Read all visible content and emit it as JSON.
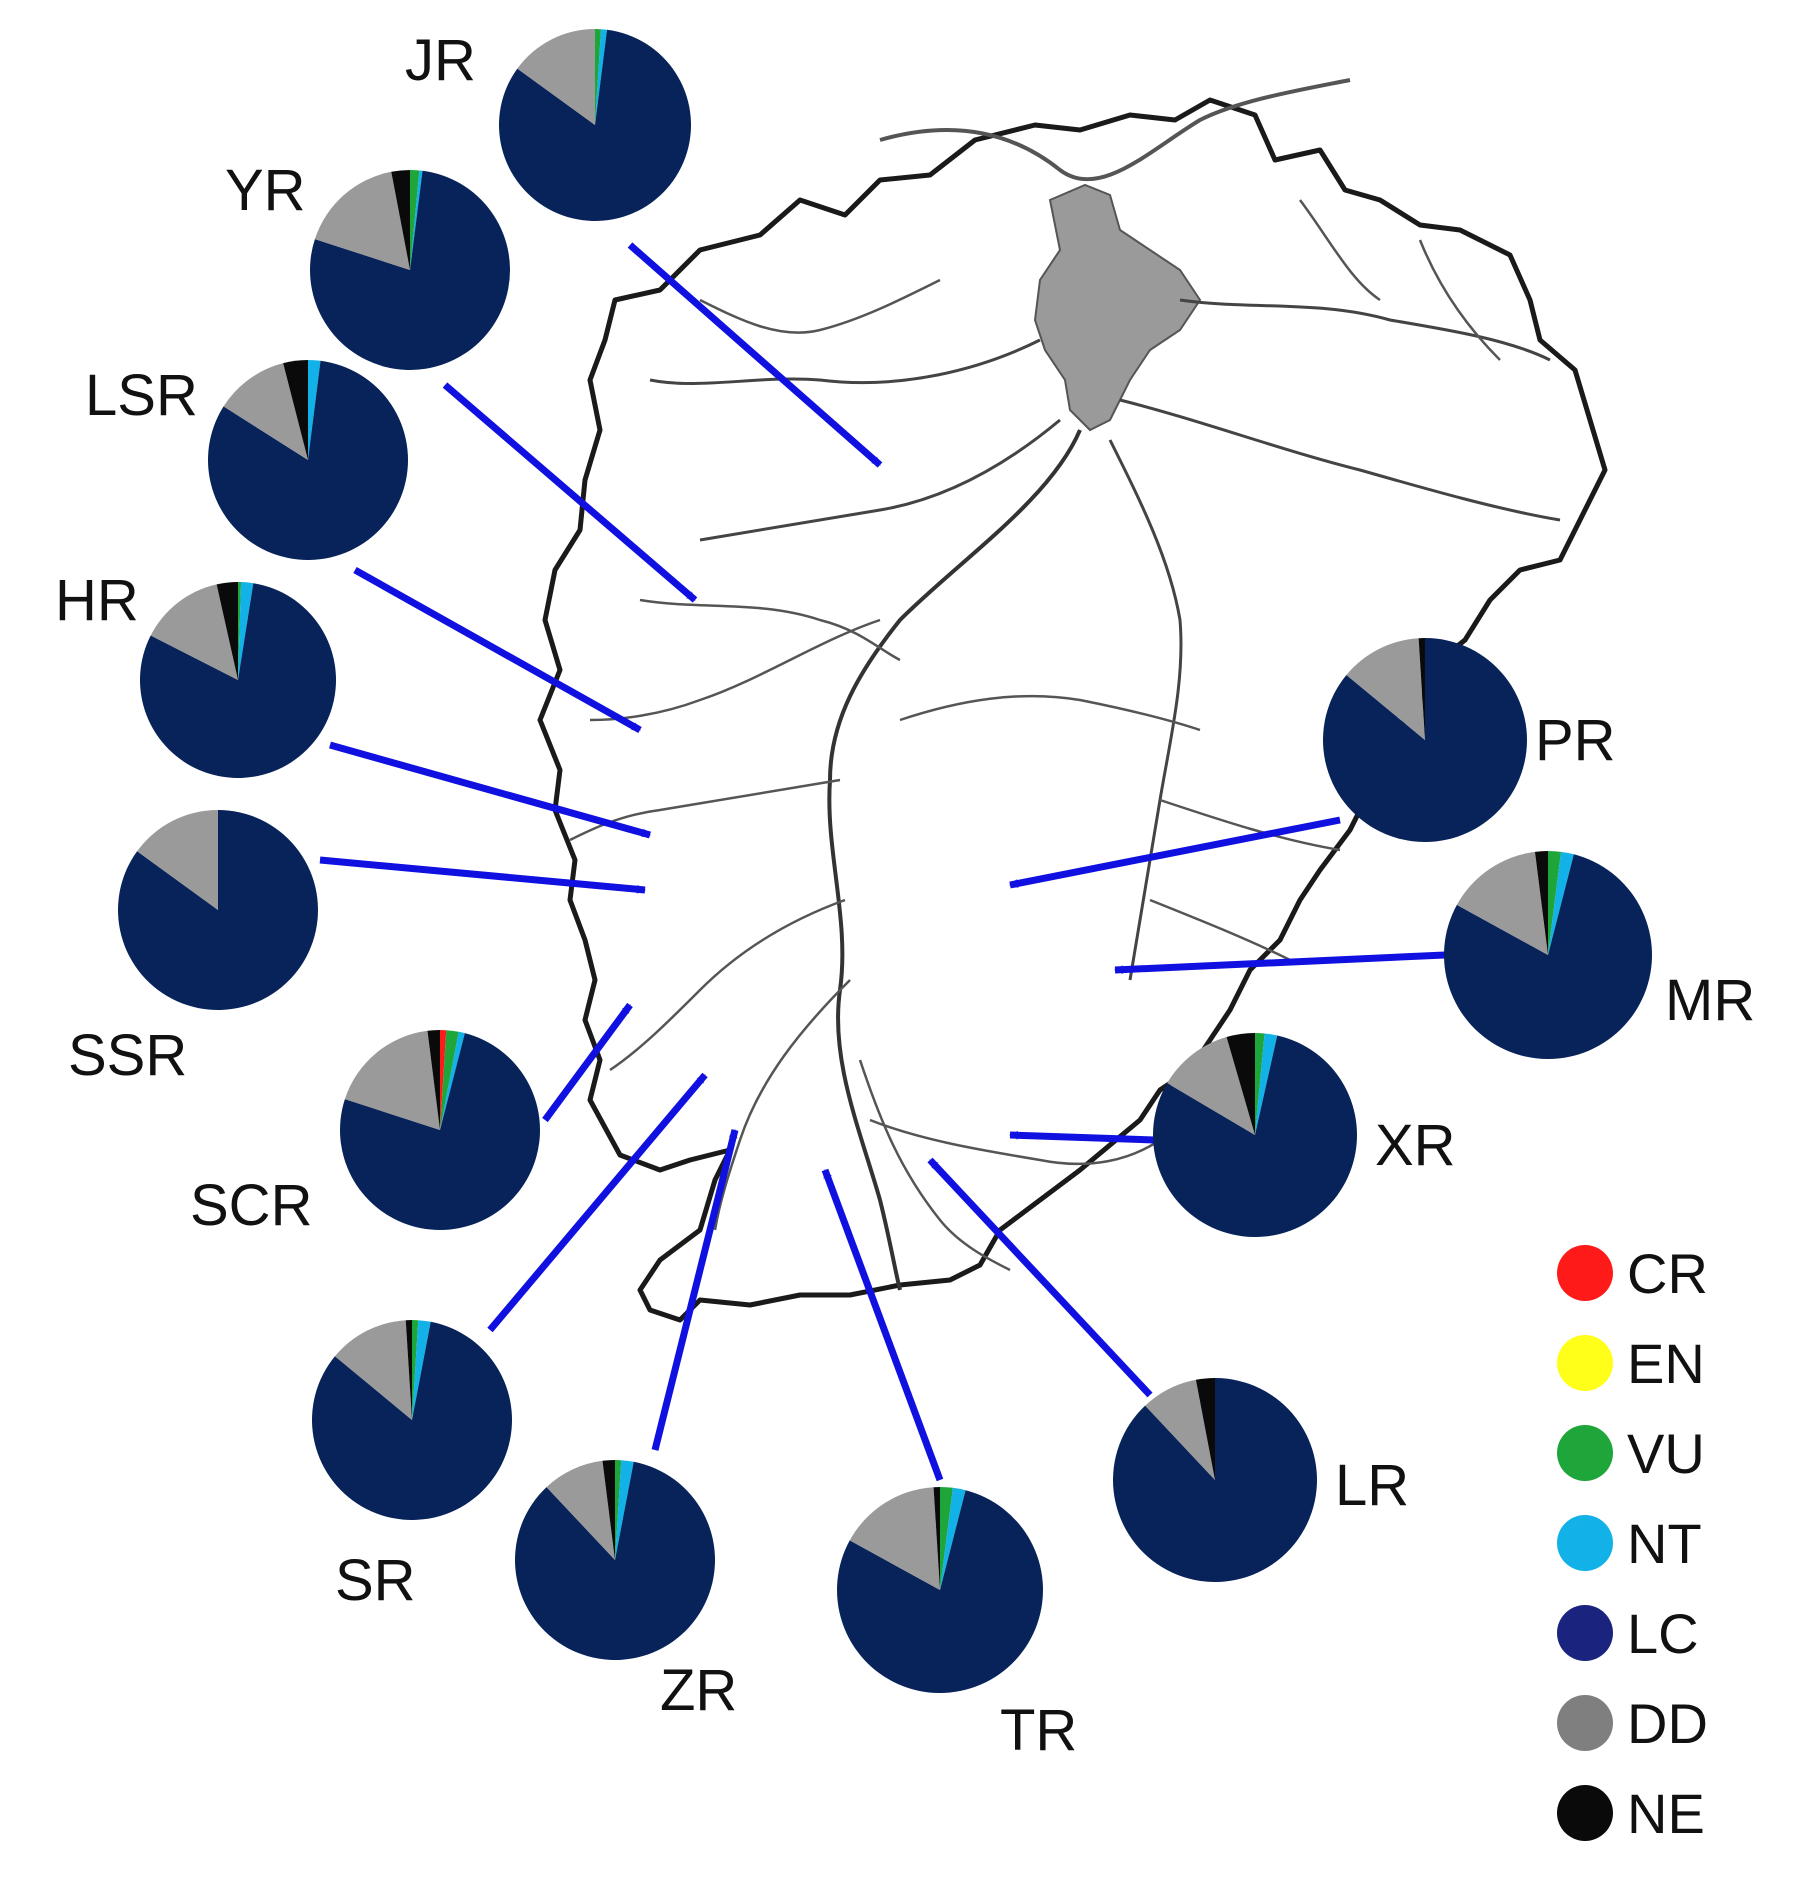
{
  "legend": {
    "items": [
      {
        "code": "CR",
        "color": "#ff1a1a"
      },
      {
        "code": "EN",
        "color": "#ffff1a"
      },
      {
        "code": "VU",
        "color": "#1fa63a"
      },
      {
        "code": "NT",
        "color": "#12b1e8"
      },
      {
        "code": "LC",
        "color": "#1a237e"
      },
      {
        "code": "DD",
        "color": "#7f7f7f"
      },
      {
        "code": "NE",
        "color": "#0a0a0a"
      }
    ]
  },
  "colors": {
    "pie_LC": "#072359",
    "pie_DD": "#9a9a9a",
    "arrow": "#1010e0",
    "map_outline": "#1a1a1a",
    "river": "#555555",
    "lake": "#9a9a9a"
  },
  "chart_data": {
    "type": "pie",
    "category_order": [
      "CR",
      "EN",
      "VU",
      "NT",
      "LC",
      "DD",
      "NE"
    ],
    "pies": [
      {
        "label": "JR",
        "values": {
          "CR": 0,
          "EN": 0,
          "VU": 1,
          "NT": 1,
          "LC": 83,
          "DD": 15,
          "NE": 0
        }
      },
      {
        "label": "YR",
        "values": {
          "CR": 0,
          "EN": 0,
          "VU": 1.5,
          "NT": 0.5,
          "LC": 78,
          "DD": 17,
          "NE": 3
        }
      },
      {
        "label": "LSR",
        "values": {
          "CR": 0,
          "EN": 0,
          "VU": 0,
          "NT": 2,
          "LC": 82,
          "DD": 12,
          "NE": 4
        }
      },
      {
        "label": "HR",
        "values": {
          "CR": 0,
          "EN": 0,
          "VU": 0.5,
          "NT": 2,
          "LC": 80,
          "DD": 14,
          "NE": 3.5
        }
      },
      {
        "label": "SSR",
        "values": {
          "CR": 0,
          "EN": 0,
          "VU": 0,
          "NT": 0,
          "LC": 85,
          "DD": 15,
          "NE": 0
        }
      },
      {
        "label": "SCR",
        "values": {
          "CR": 1,
          "EN": 0,
          "VU": 2,
          "NT": 1,
          "LC": 76,
          "DD": 18,
          "NE": 2
        }
      },
      {
        "label": "SR",
        "values": {
          "CR": 0,
          "EN": 0,
          "VU": 1,
          "NT": 2,
          "LC": 83,
          "DD": 13,
          "NE": 1
        }
      },
      {
        "label": "ZR",
        "values": {
          "CR": 0,
          "EN": 0,
          "VU": 1,
          "NT": 2,
          "LC": 85,
          "DD": 10,
          "NE": 2
        }
      },
      {
        "label": "TR",
        "values": {
          "CR": 0,
          "EN": 0,
          "VU": 2,
          "NT": 2,
          "LC": 79,
          "DD": 16,
          "NE": 1
        }
      },
      {
        "label": "LR",
        "values": {
          "CR": 0,
          "EN": 0,
          "VU": 0,
          "NT": 0,
          "LC": 88,
          "DD": 9,
          "NE": 3
        }
      },
      {
        "label": "PR",
        "values": {
          "CR": 0,
          "EN": 0,
          "VU": 0,
          "NT": 0,
          "LC": 86,
          "DD": 13,
          "NE": 1
        }
      },
      {
        "label": "MR",
        "values": {
          "CR": 0,
          "EN": 0,
          "VU": 2,
          "NT": 2,
          "LC": 79,
          "DD": 15,
          "NE": 2
        }
      },
      {
        "label": "XR",
        "values": {
          "CR": 0,
          "EN": 0,
          "VU": 1.5,
          "NT": 2,
          "LC": 80,
          "DD": 12,
          "NE": 4.5
        }
      }
    ]
  }
}
